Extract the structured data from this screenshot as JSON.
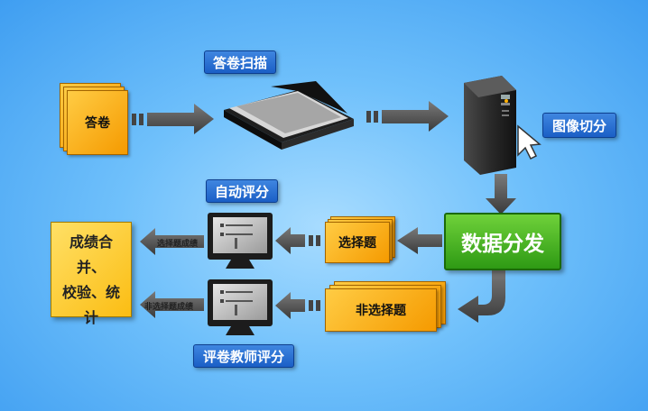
{
  "diagram": {
    "answer_sheet": "答卷",
    "scan_label": "答卷扫描",
    "image_split_label": "图像切分",
    "data_dispatch": "数据分发",
    "auto_score_label": "自动评分",
    "choice_questions": "选择题",
    "non_choice_questions": "非选择题",
    "choice_scores": "选择题成绩",
    "non_choice_scores": "非选择题成绩",
    "teacher_score_label": "评卷教师评分",
    "merge_lines": [
      "成绩合并、",
      "校验、统",
      "计"
    ]
  }
}
